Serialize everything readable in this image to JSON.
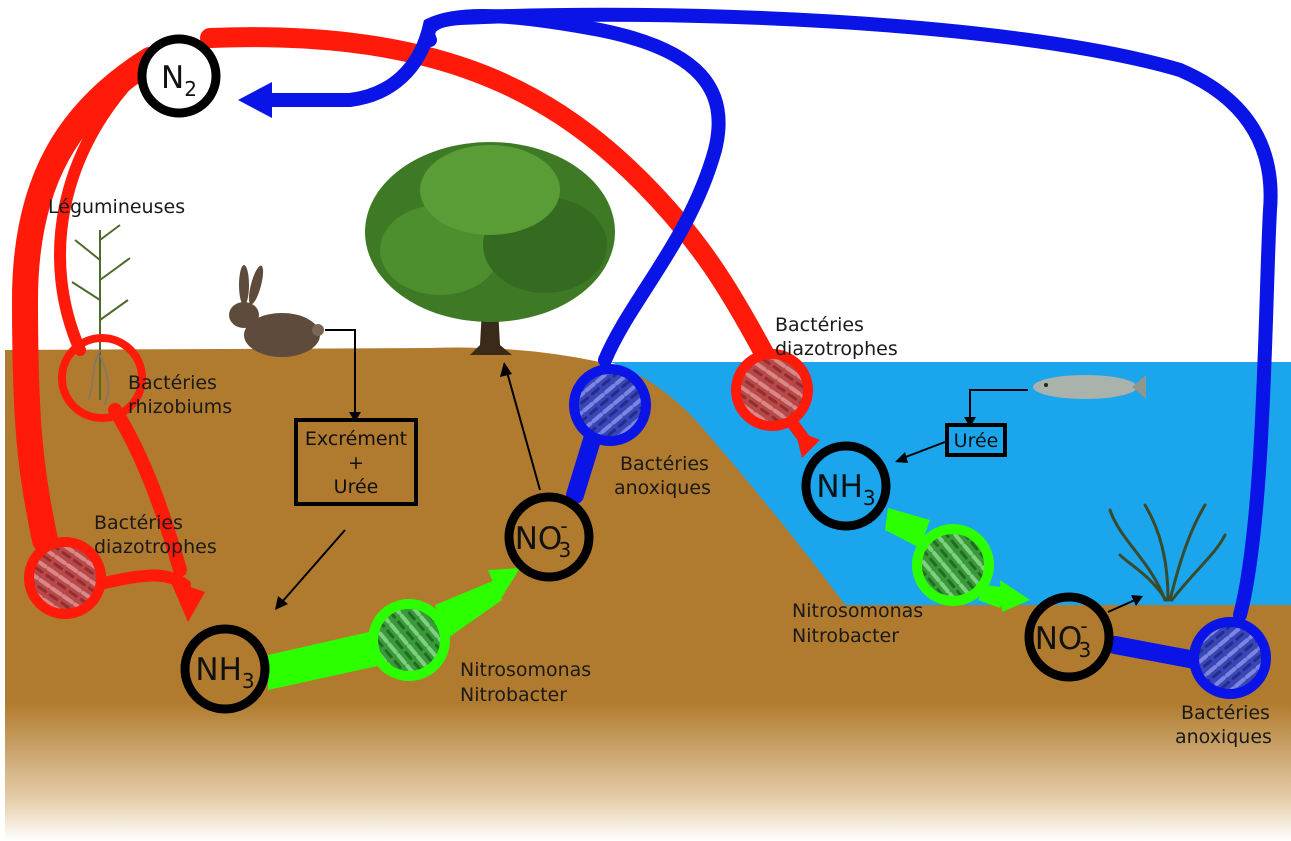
{
  "colors": {
    "fixation": "#ff1a0a",
    "denitrification": "#0a14e6",
    "nitrification": "#2cff00",
    "soil": "#b07b2e",
    "water": "#1aa5ec"
  },
  "molecules": {
    "n2": {
      "base": "N",
      "sub": "2",
      "sup": ""
    },
    "nh3_soil": {
      "base": "NH",
      "sub": "3",
      "sup": ""
    },
    "no3_soil": {
      "base": "NO",
      "sub": "3",
      "sup": "-"
    },
    "nh3_water": {
      "base": "NH",
      "sub": "3",
      "sup": ""
    },
    "no3_water": {
      "base": "NO",
      "sub": "3",
      "sup": "-"
    }
  },
  "labels": {
    "legumineuses": "Légumineuses",
    "rhizobium_1": "Bactéries",
    "rhizobium_2": "rhizobiums",
    "diazo_soil_1": "Bactéries",
    "diazo_soil_2": "diazotrophes",
    "diazo_water_1": "Bactéries",
    "diazo_water_2": "diazotrophes",
    "anox_soil_1": "Bactéries",
    "anox_soil_2": "anoxiques",
    "anox_water_1": "Bactéries",
    "anox_water_2": "anoxiques",
    "nitro_soil_1": "Nitrosomonas",
    "nitro_soil_2": "Nitrobacter",
    "nitro_water_1": "Nitrosomonas",
    "nitro_water_2": "Nitrobacter"
  },
  "boxes": {
    "excrement_1": "Excrément",
    "excrement_2": "+",
    "excrement_3": "Urée",
    "uree": "Urée"
  },
  "icons": {
    "rabbit": "rabbit-icon",
    "tree": "tree-icon",
    "fish": "fish-icon",
    "legume": "legume-plant-icon",
    "seaweed": "seaweed-icon"
  }
}
